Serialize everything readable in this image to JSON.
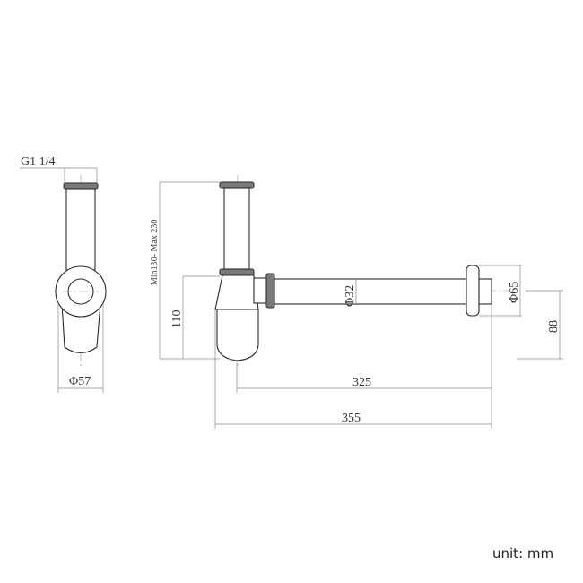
{
  "diagram": {
    "title": "Bottle trap technical drawing",
    "side_view": {
      "thread_label": "G1 1/4",
      "diameter_label": "Φ57"
    },
    "front_view": {
      "height_range_label": "Min130- Max 230",
      "body_height_label": "110",
      "pipe_diameter_label": "Φ32",
      "flange_diameter_label": "Φ65",
      "flange_height_label": "88",
      "pipe_length_label": "325",
      "overall_length_label": "355"
    },
    "unit_label": "unit: mm"
  },
  "colors": {
    "outline": "#2a2a2a",
    "dimension_line": "#8a8a8a",
    "ring_fill": "#7a7a7a",
    "background": "#ffffff"
  }
}
